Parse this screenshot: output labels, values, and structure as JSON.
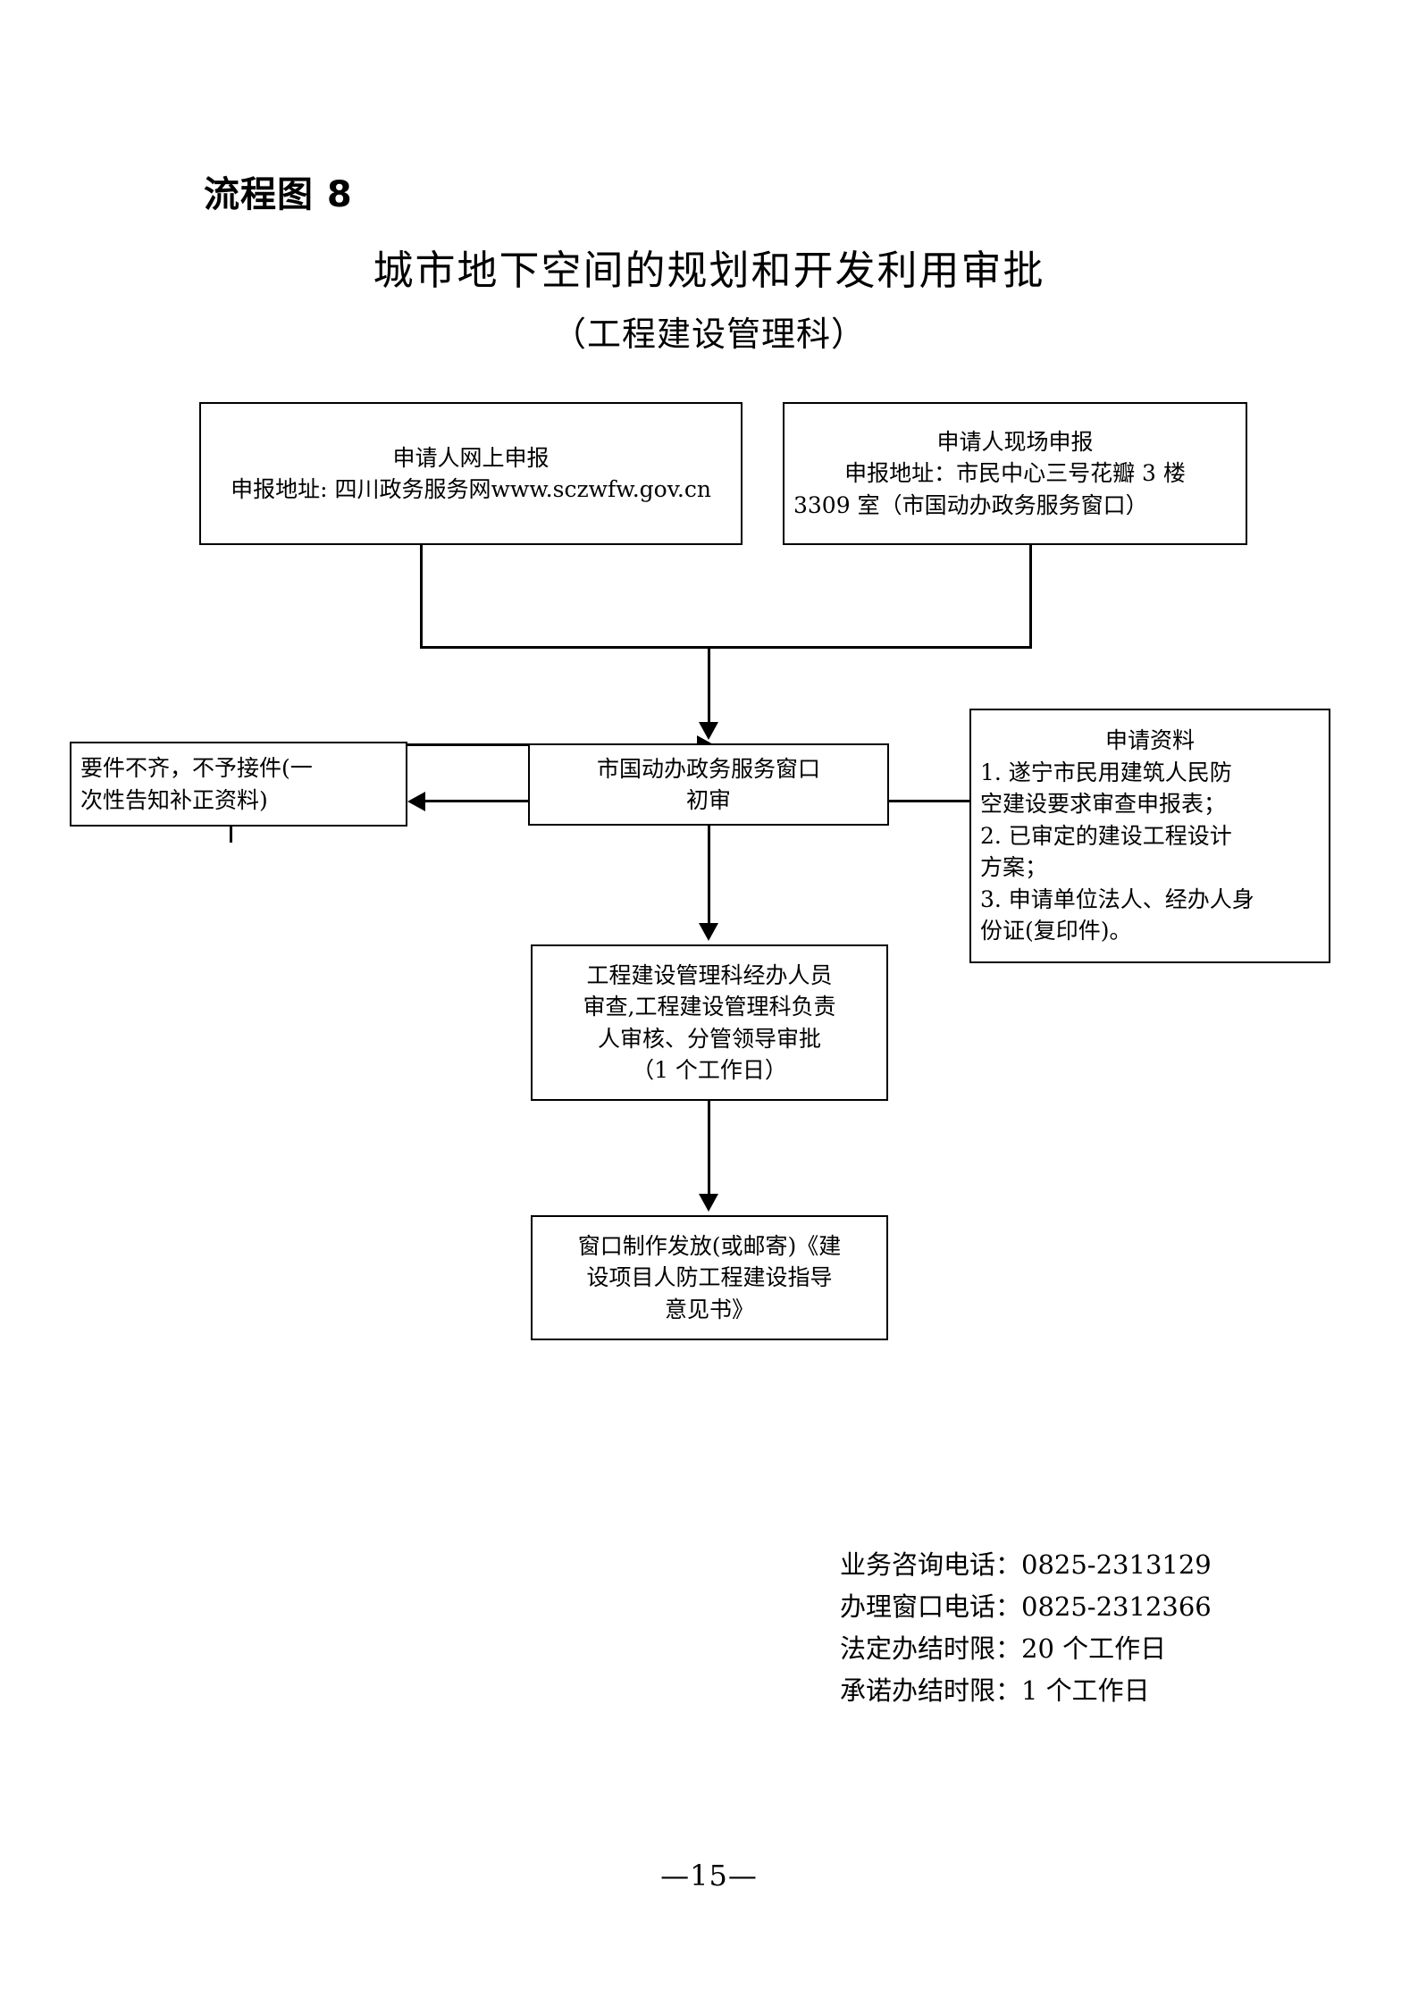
{
  "header": {
    "doc_label": "流程图 8",
    "title": "城市地下空间的规划和开发利用审批",
    "subtitle": "（工程建设管理科）"
  },
  "flow": {
    "online_apply": {
      "line1": "申请人网上申报",
      "line2": "申报地址: 四川政务服务网www.sczwfw.gov.cn"
    },
    "onsite_apply": {
      "line1": "申请人现场申报",
      "line2": "申报地址：市民中心三号花瓣 3 楼",
      "line3": "3309 室（市国动办政务服务窗口）"
    },
    "reject": {
      "line1": "要件不齐，不予接件(一",
      "line2": "次性告知补正资料)"
    },
    "initial_review": {
      "line1": "市国动办政务服务窗口",
      "line2": "初审"
    },
    "required_docs": {
      "line1": "申请资料",
      "line2": "1. 遂宁市民用建筑人民防",
      "line3": "空建设要求审查申报表；",
      "line4": "2. 已审定的建设工程设计",
      "line5": "方案；",
      "line6": "3. 申请单位法人、经办人身",
      "line7": "份证(复印件)。"
    },
    "dept_review": {
      "line1": "工程建设管理科经办人员",
      "line2": "审查,工程建设管理科负责",
      "line3": "人审核、分管领导审批",
      "line4": "（1 个工作日）"
    },
    "issue_result": {
      "line1": "窗口制作发放(或邮寄)《建",
      "line2": "设项目人防工程建设指导",
      "line3": "意见书》"
    }
  },
  "contact": {
    "line1": "业务咨询电话：0825-2313129",
    "line2": "办理窗口电话：0825-2312366",
    "line3": "法定办结时限：20 个工作日",
    "line4": "承诺办结时限：1 个工作日"
  },
  "footer": {
    "page_number": "—15—"
  },
  "colors": {
    "ink": "#000000",
    "paper": "#ffffff"
  }
}
